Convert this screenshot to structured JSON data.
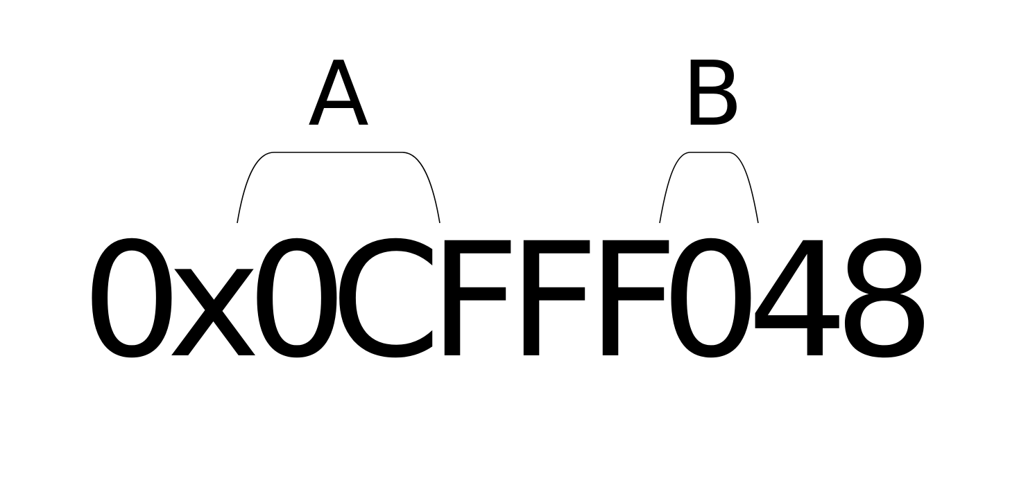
{
  "hex_value": {
    "characters": [
      "0",
      "x",
      "0",
      "C",
      "F",
      "F",
      "F",
      "0",
      "4",
      "8"
    ]
  },
  "groups": [
    {
      "label": "A"
    },
    {
      "label": "B"
    }
  ],
  "colors": {
    "background": "#ffffff",
    "ink": "#000000"
  }
}
